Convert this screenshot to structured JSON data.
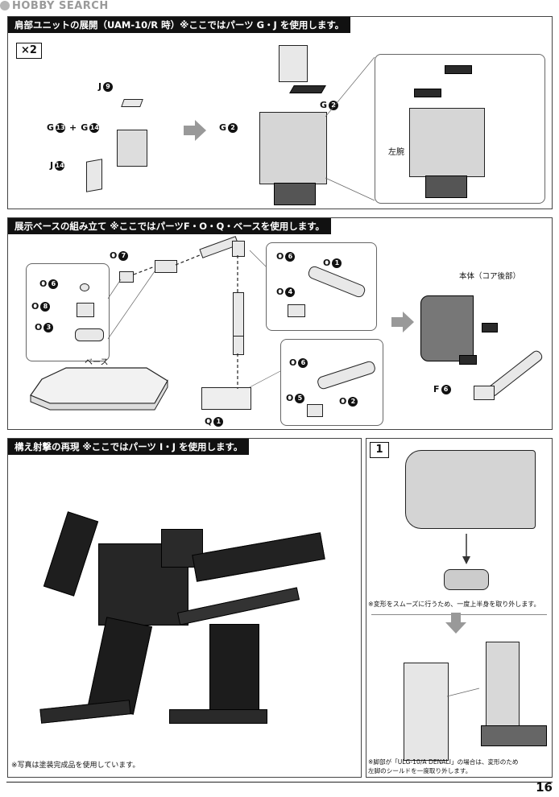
{
  "watermark": "HOBBY SEARCH",
  "page_number": "16",
  "section1": {
    "title": "肩部ユニットの展開（UAM-10/R 時）※ここではパーツ G・J を使用します。",
    "multiplier": "×2",
    "labels": [
      {
        "letter": "J",
        "num": "9"
      },
      {
        "letter": "G",
        "num": "13",
        "plus": "+",
        "letter2": "G",
        "num2": "14"
      },
      {
        "letter": "J",
        "num": "14"
      },
      {
        "letter": "G",
        "num": "2"
      },
      {
        "letter": "G",
        "num": "2"
      }
    ],
    "left_arm": "左腕"
  },
  "section2": {
    "title": "展示ベースの組み立て ※ここではパーツF・O・Q・ベースを使用します。",
    "base_label": "ベース",
    "labels": {
      "o7": {
        "letter": "O",
        "num": "7"
      },
      "o6a": {
        "letter": "O",
        "num": "6"
      },
      "o8": {
        "letter": "O",
        "num": "8"
      },
      "o3": {
        "letter": "O",
        "num": "3"
      },
      "o6b": {
        "letter": "O",
        "num": "6"
      },
      "o1": {
        "letter": "O",
        "num": "1"
      },
      "o4": {
        "letter": "O",
        "num": "4"
      },
      "o6c": {
        "letter": "O",
        "num": "6"
      },
      "o5": {
        "letter": "O",
        "num": "5"
      },
      "o2": {
        "letter": "O",
        "num": "2"
      },
      "q1": {
        "letter": "Q",
        "num": "1"
      },
      "f6": {
        "letter": "F",
        "num": "6"
      }
    },
    "body_core": "本体（コア後部）"
  },
  "section3": {
    "title": "構え射撃の再現 ※ここではパーツ I・J を使用します。",
    "photo_note": "※写真は塗装完成品を使用しています。",
    "step": "1",
    "note1": "※変形をスムーズに行うため、一度上半身を取り外します。",
    "note2_line1": "※脚部が「ULG-10/A DENALI」の場合は、変形のため",
    "note2_line2": "左脚のシールドを一度取り外します。"
  }
}
